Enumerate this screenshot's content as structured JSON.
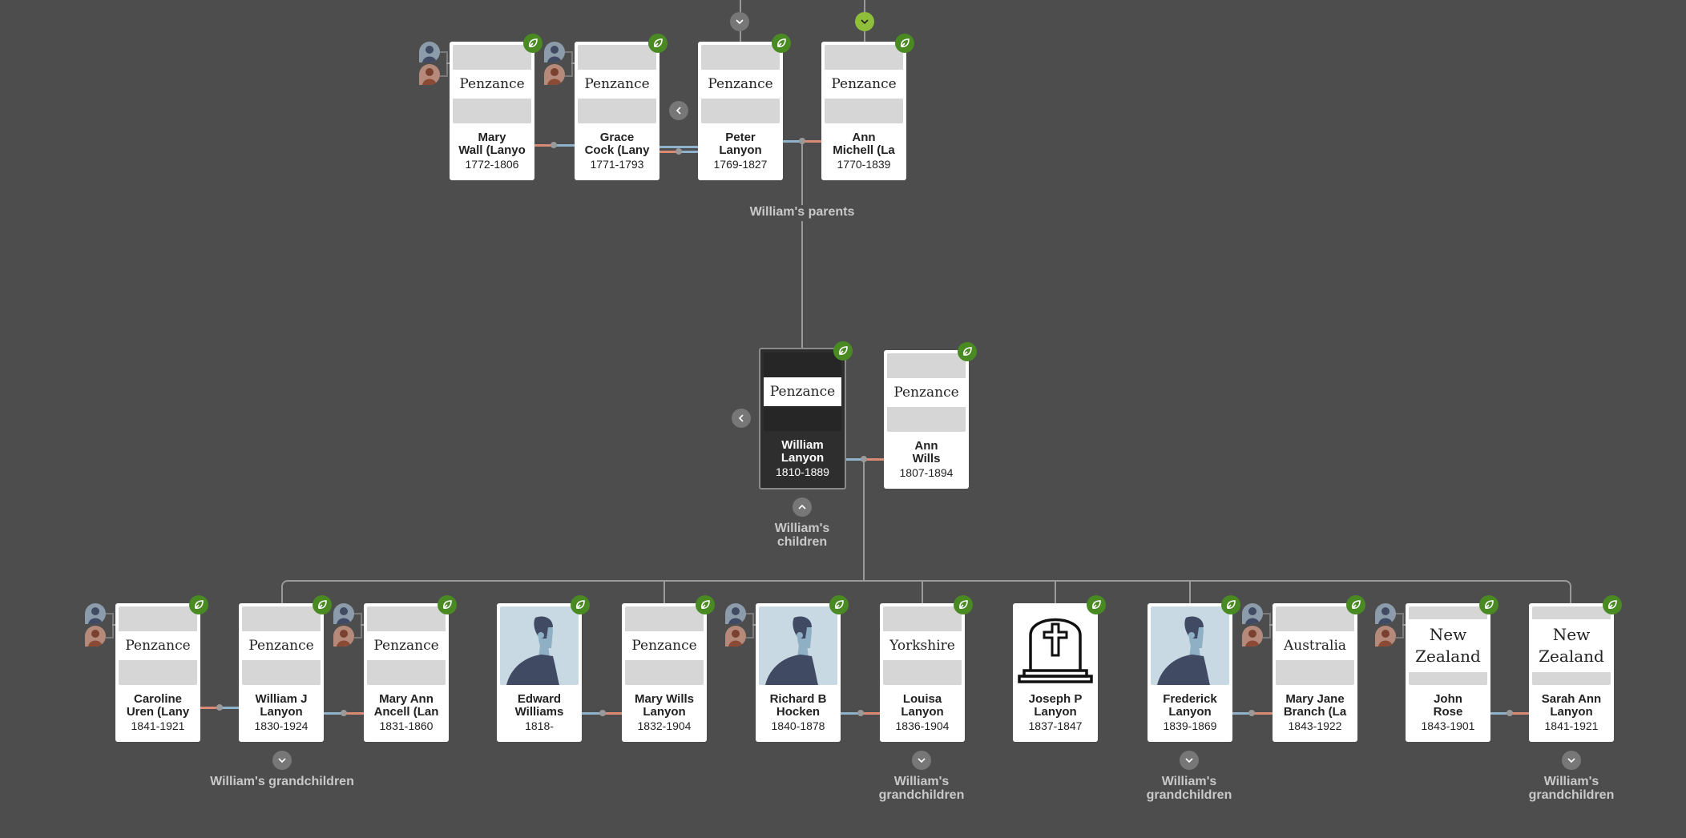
{
  "people": [
    {
      "id": "mary-wall",
      "name1": "Mary",
      "name2": "Wall (Lanyo",
      "years": "1772-1806",
      "photo": "place",
      "place": "Penzance",
      "parents_icon": true
    },
    {
      "id": "grace-cock",
      "name1": "Grace",
      "name2": "Cock (Lany",
      "years": "1771-1793",
      "photo": "place",
      "place": "Penzance",
      "parents_icon": true
    },
    {
      "id": "peter-lanyon",
      "name1": "Peter",
      "name2": "Lanyon",
      "years": "1769-1827",
      "photo": "place",
      "place": "Penzance"
    },
    {
      "id": "ann-michell",
      "name1": "Ann",
      "name2": "Michell (La",
      "years": "1770-1839",
      "photo": "place",
      "place": "Penzance"
    },
    {
      "id": "william-lanyon",
      "name1": "William",
      "name2": "Lanyon",
      "years": "1810-1889",
      "photo": "place",
      "place": "Penzance",
      "focus": true
    },
    {
      "id": "ann-wills",
      "name1": "Ann",
      "name2": "Wills",
      "years": "1807-1894",
      "photo": "place",
      "place": "Penzance"
    },
    {
      "id": "caroline-uren",
      "name1": "Caroline",
      "name2": "Uren (Lany",
      "years": "1841-1921",
      "photo": "place",
      "place": "Penzance",
      "parents_icon": true
    },
    {
      "id": "william-j-lanyon",
      "name1": "William J",
      "name2": "Lanyon",
      "years": "1830-1924",
      "photo": "place",
      "place": "Penzance"
    },
    {
      "id": "mary-ann-ancell",
      "name1": "Mary Ann",
      "name2": "Ancell (Lan",
      "years": "1831-1860",
      "photo": "place",
      "place": "Penzance",
      "parents_icon": true
    },
    {
      "id": "edward-williams",
      "name1": "Edward",
      "name2": "Williams",
      "years": "1818-",
      "photo": "silhouette"
    },
    {
      "id": "mary-wills-lanyon",
      "name1": "Mary Wills",
      "name2": "Lanyon",
      "years": "1832-1904",
      "photo": "place",
      "place": "Penzance"
    },
    {
      "id": "richard-b-hocken",
      "name1": "Richard B",
      "name2": "Hocken",
      "years": "1840-1878",
      "photo": "silhouette",
      "parents_icon": true
    },
    {
      "id": "louisa-lanyon",
      "name1": "Louisa",
      "name2": "Lanyon",
      "years": "1836-1904",
      "photo": "place",
      "place": "Yorkshire"
    },
    {
      "id": "joseph-p-lanyon",
      "name1": "Joseph P",
      "name2": "Lanyon",
      "years": "1837-1847",
      "photo": "grave"
    },
    {
      "id": "frederick-lanyon",
      "name1": "Frederick",
      "name2": "Lanyon",
      "years": "1839-1869",
      "photo": "silhouette"
    },
    {
      "id": "mary-jane-branch",
      "name1": "Mary Jane",
      "name2": "Branch (La",
      "years": "1843-1922",
      "photo": "place",
      "place": "Australia",
      "parents_icon": true
    },
    {
      "id": "john-rose",
      "name1": "John",
      "name2": "Rose",
      "years": "1843-1901",
      "photo": "place",
      "place": "New Zealand",
      "tall": true,
      "parents_icon": true
    },
    {
      "id": "sarah-ann-lanyon",
      "name1": "Sarah Ann",
      "name2": "Lanyon",
      "years": "1841-1921",
      "photo": "place",
      "place": "New Zealand",
      "tall": true
    }
  ],
  "labels": {
    "parents": "William's parents",
    "children_1": "William's",
    "children_2": "children",
    "grandchildren": "William's grandchildren",
    "grand_1": "William's",
    "grand_2": "grandchildren"
  },
  "colors": {
    "background": "#4d4d4d",
    "leaf": "#4a8a22",
    "male_line": "#8fb3cc",
    "female_line": "#d98b76",
    "expanded_chevron": "#8fbf3a"
  }
}
